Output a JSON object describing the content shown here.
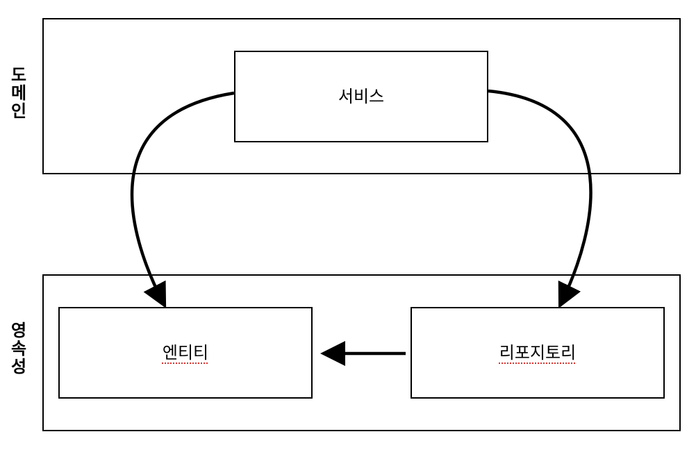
{
  "layers": {
    "domain": {
      "label_chars": [
        "도",
        "메",
        "인"
      ]
    },
    "persistence": {
      "label_chars": [
        "영",
        "속",
        "성"
      ]
    }
  },
  "nodes": {
    "service": {
      "label": "서비스"
    },
    "entity": {
      "label": "엔티티"
    },
    "repository": {
      "label": "리포지토리"
    }
  },
  "colors": {
    "stroke": "#000000",
    "spellcheck_underline": "#d9302b"
  }
}
